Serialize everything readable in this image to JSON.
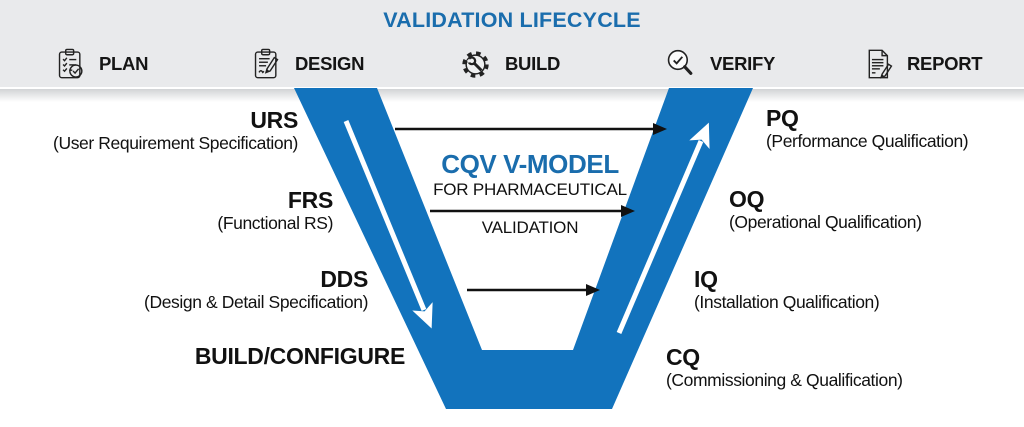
{
  "title": "VALIDATION LIFECYCLE",
  "phases": [
    {
      "label": "PLAN",
      "icon": "clipboard-check-icon"
    },
    {
      "label": "DESIGN",
      "icon": "clipboard-pencil-icon"
    },
    {
      "label": "BUILD",
      "icon": "gear-wrench-icon"
    },
    {
      "label": "VERIFY",
      "icon": "magnifier-check-icon"
    },
    {
      "label": "REPORT",
      "icon": "document-pencil-icon"
    }
  ],
  "center": {
    "heading": "CQV V-MODEL",
    "subheading_line1": "FOR PHARMACEUTICAL",
    "subheading_line2": "VALIDATION"
  },
  "left_stages": [
    {
      "acronym": "URS",
      "description": "(User Requirement Specification)"
    },
    {
      "acronym": "FRS",
      "description": "(Functional RS)"
    },
    {
      "acronym": "DDS",
      "description": "(Design & Detail Specification)"
    },
    {
      "acronym": "BUILD/CONFIGURE",
      "description": ""
    }
  ],
  "right_stages": [
    {
      "acronym": "PQ",
      "description": "(Performance Qualification)"
    },
    {
      "acronym": "OQ",
      "description": "(Operational Qualification)"
    },
    {
      "acronym": "IQ",
      "description": "(Installation Qualification)"
    },
    {
      "acronym": "CQ",
      "description": "(Commissioning & Qualification)"
    }
  ],
  "colors": {
    "v_blue": "#1273bd",
    "heading_blue": "#1a6dad",
    "band_gray": "#e9eaec",
    "text_black": "#111111",
    "arrow_black": "#111111",
    "arrow_white": "#ffffff"
  }
}
